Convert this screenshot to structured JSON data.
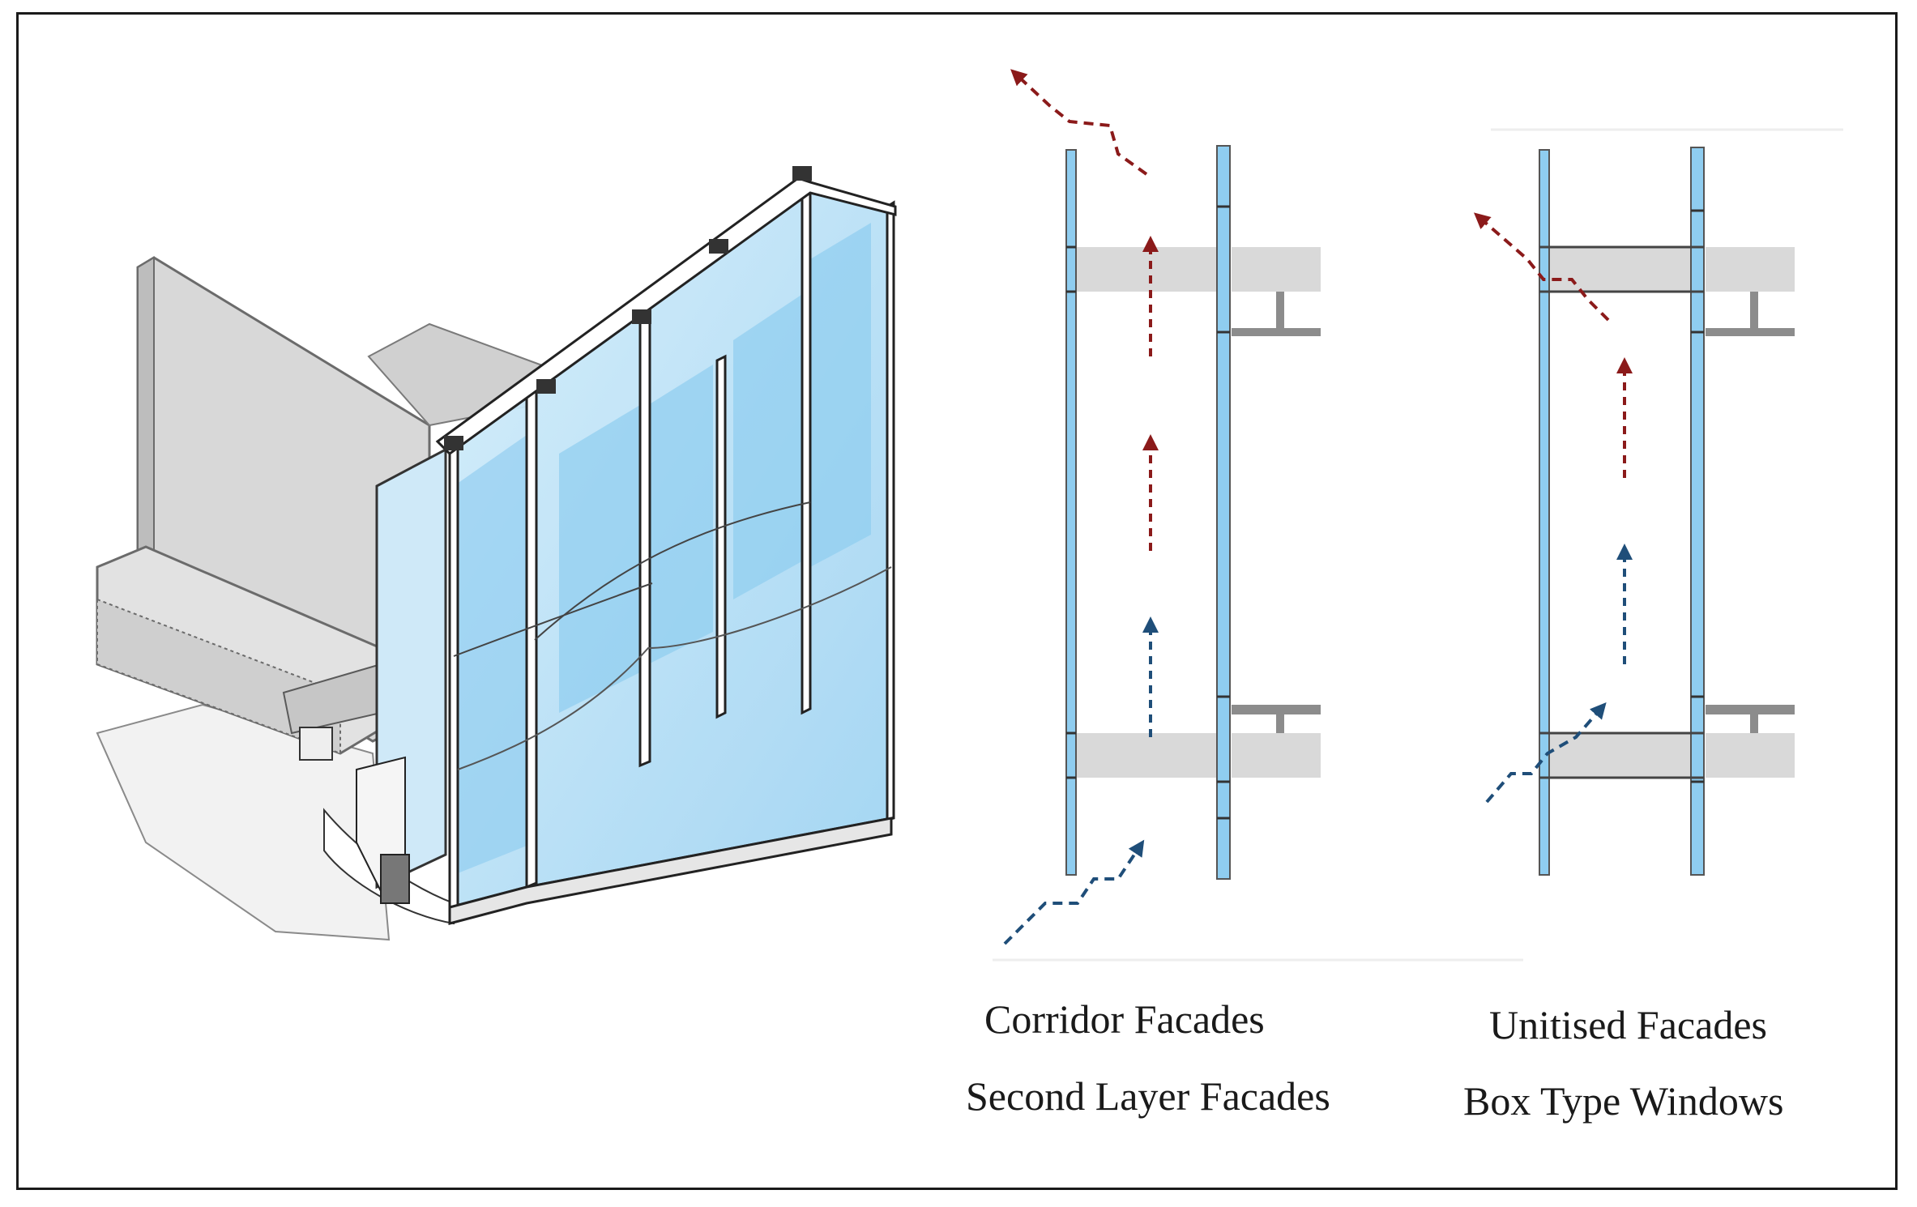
{
  "captions": {
    "corridor": "Corridor Facades",
    "second_layer": "Second Layer Facades",
    "unitised": "Unitised Facades",
    "box_type": "Box Type Windows"
  },
  "colors": {
    "glass": "#bfe3f7",
    "glass_dark": "#8fcdf0",
    "slab": "#d9d9d9",
    "frame": "#1a1a1a",
    "warm_air": "#8b1a1a",
    "cool_air": "#1f4e79"
  },
  "icons": {
    "warm_arrow": "arrow-warm-exhaust-icon",
    "cool_arrow": "arrow-cool-intake-icon"
  }
}
